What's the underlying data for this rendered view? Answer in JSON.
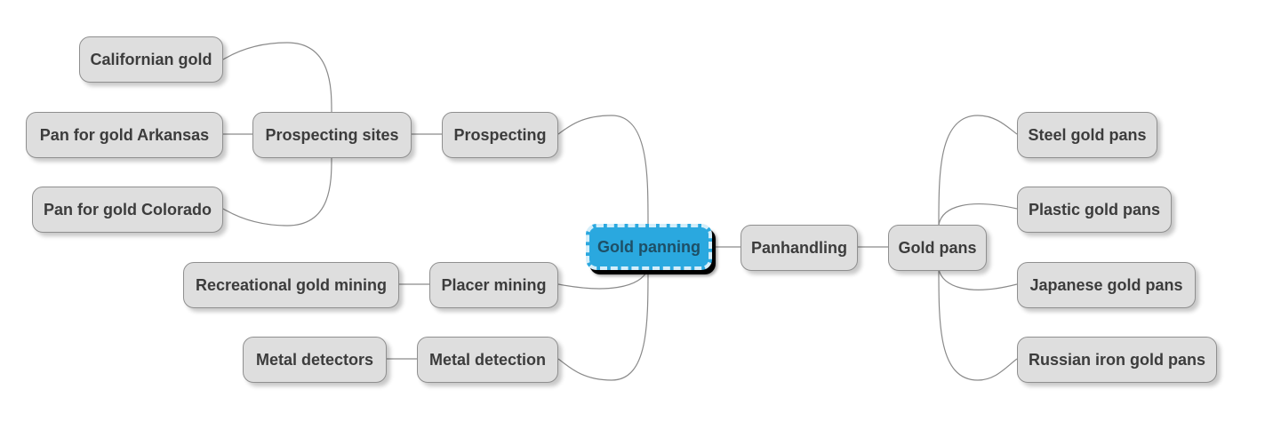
{
  "colors": {
    "central_fill": "#2aa8df",
    "central_text": "#1e4f66",
    "node_fill": "#dedede",
    "node_border": "#8f8f8f",
    "node_text": "#3c3c3c",
    "edge": "#8a8a8a"
  },
  "central": {
    "label": "Gold panning"
  },
  "left": {
    "prospecting": {
      "label": "Prospecting",
      "sites": {
        "label": "Prospecting sites",
        "children": [
          "Californian gold",
          "Pan for gold Arkansas",
          "Pan for gold Colorado"
        ]
      }
    },
    "placer": {
      "label": "Placer mining",
      "children": [
        "Recreational gold mining"
      ]
    },
    "detection": {
      "label": "Metal detection",
      "children": [
        "Metal detectors"
      ]
    }
  },
  "right": {
    "panhandling": {
      "label": "Panhandling",
      "gold_pans": {
        "label": "Gold pans",
        "children": [
          "Steel gold pans",
          "Plastic gold pans",
          "Japanese gold pans",
          "Russian iron gold pans"
        ]
      }
    }
  }
}
